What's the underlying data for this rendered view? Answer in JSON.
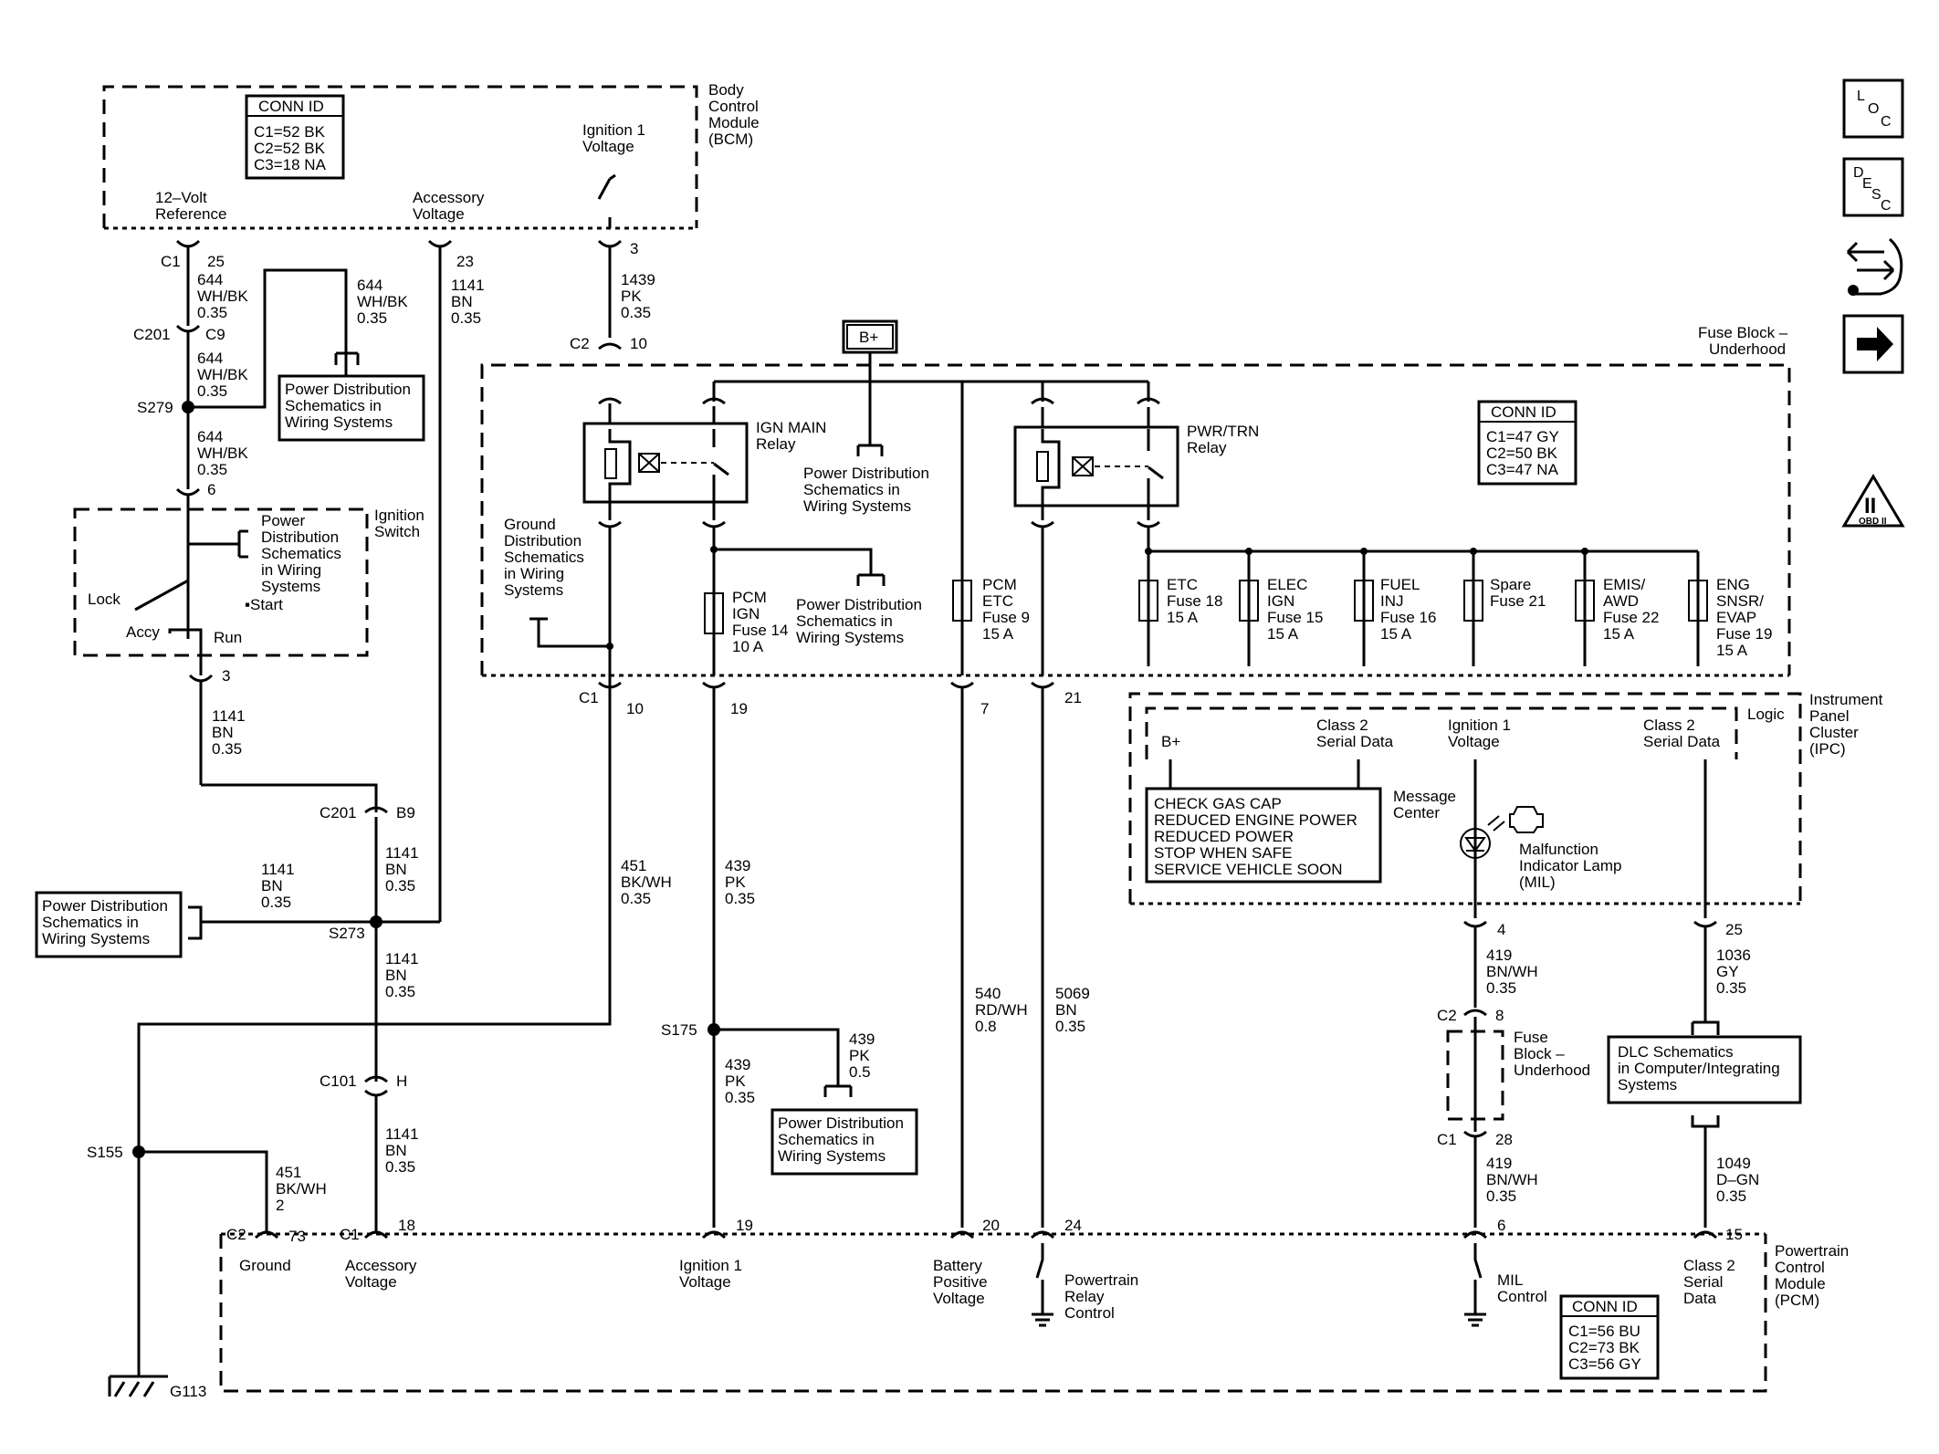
{
  "bcm": {
    "title": [
      "Body",
      "Control",
      "Module",
      "(BCM)"
    ],
    "conn_id": {
      "title": "CONN ID",
      "lines": [
        "C1=52 BK",
        "C2=52 BK",
        "C3=18 NA"
      ]
    },
    "ref_12v": [
      "12–Volt",
      "Reference"
    ],
    "acc_voltage": [
      "Accessory",
      "Voltage"
    ],
    "ign1": [
      "Ignition 1",
      "Voltage"
    ]
  },
  "wires": {
    "c1": "C1",
    "pin25": "25",
    "pin23": "23",
    "pin3": "3",
    "w644a": [
      "644",
      "WH/BK",
      "0.35"
    ],
    "w644b": [
      "644",
      "WH/BK",
      "0.35"
    ],
    "w644c": [
      "644",
      "WH/BK",
      "0.35"
    ],
    "w644d": [
      "644",
      "WH/BK",
      "0.35"
    ],
    "w1141top": [
      "1141",
      "BN",
      "0.35"
    ],
    "w1439": [
      "1439",
      "PK",
      "0.35"
    ],
    "c201": "C201",
    "c9": "C9",
    "c2": "C2",
    "pin10": "10",
    "s279": "S279",
    "pin6": "6",
    "w1141sw": [
      "1141",
      "BN",
      "0.35"
    ],
    "pin3b": "3",
    "c201b": "C201",
    "b9": "B9",
    "w1141a": [
      "1141",
      "BN",
      "0.35"
    ],
    "w1141b": [
      "1141",
      "BN",
      "0.35"
    ],
    "w1141c": [
      "1141",
      "BN",
      "0.35"
    ],
    "w1141d": [
      "1141",
      "BN",
      "0.35"
    ],
    "s273": "S273",
    "c101": "C101",
    "h": "H",
    "s155": "S155",
    "w451a": [
      "451",
      "BK/WH",
      "2"
    ],
    "w451b": [
      "451",
      "BK/WH",
      "0.35"
    ],
    "w439a": [
      "439",
      "PK",
      "0.35"
    ],
    "w439b": [
      "439",
      "PK",
      "0.5"
    ],
    "w439c": [
      "439",
      "PK",
      "0.35"
    ],
    "s175": "S175",
    "w540": [
      "540",
      "RD/WH",
      "0.8"
    ],
    "w5069": [
      "5069",
      "BN",
      "0.35"
    ],
    "w419a": [
      "419",
      "BN/WH",
      "0.35"
    ],
    "w419b": [
      "419",
      "BN/WH",
      "0.35"
    ],
    "w1036": [
      "1036",
      "GY",
      "0.35"
    ],
    "w1049": [
      "1049",
      "D–GN",
      "0.35"
    ],
    "fb_c1": "C1",
    "p10": "10",
    "p19": "19",
    "p7": "7",
    "p21": "21",
    "ipc_p4": "4",
    "ipc_p25": "25",
    "c2b": "C2",
    "p8": "8",
    "c1b": "C1",
    "p28": "28",
    "pcm_c2": "C2",
    "p73": "73",
    "pcm_c1": "C1",
    "p18": "18",
    "p19b": "19",
    "p20": "20",
    "p24": "24",
    "p6": "6",
    "p15": "15",
    "g113": "G113"
  },
  "ignition_switch": {
    "title": [
      "Ignition",
      "Switch"
    ],
    "power": [
      "Power",
      "Distribution",
      "Schematics",
      "in Wiring",
      "Systems"
    ],
    "lock": "Lock",
    "start": "Start",
    "accy": "Accy",
    "run": "Run"
  },
  "refs": {
    "pd_bcm": [
      "Power Distribution",
      "Schematics in",
      "Wiring Systems"
    ],
    "pd_left": [
      "Power Distribution",
      "Schematics in",
      "Wiring Systems"
    ],
    "pd_s175": [
      "Power Distribution",
      "Schematics in",
      "Wiring Systems"
    ],
    "pd_fb1": [
      "Power Distribution",
      "Schematics in",
      "Wiring Systems"
    ],
    "pd_fb2": [
      "Power Distribution",
      "Schematics in",
      "Wiring Systems"
    ],
    "gd": [
      "Ground",
      "Distribution",
      "Schematics",
      "in Wiring",
      "Systems"
    ],
    "dlc": [
      "DLC Schematics",
      "in Computer/Integrating",
      "Systems"
    ]
  },
  "fuse_block": {
    "title": [
      "Fuse Block –",
      "Underhood"
    ],
    "bplus": "B+",
    "ign_main": [
      "IGN MAIN",
      "Relay"
    ],
    "pwr_trn": [
      "PWR/TRN",
      "Relay"
    ],
    "conn_id": {
      "title": "CONN ID",
      "lines": [
        "C1=47 GY",
        "C2=50 BK",
        "C3=47 NA"
      ]
    },
    "pcm_ign": [
      "PCM",
      "IGN",
      "Fuse 14",
      "10 A"
    ],
    "pcm_etc": [
      "PCM",
      "ETC",
      "Fuse 9",
      "15 A"
    ],
    "etc": [
      "ETC",
      "Fuse 18",
      "15 A"
    ],
    "elec_ign": [
      "ELEC",
      "IGN",
      "Fuse 15",
      "15 A"
    ],
    "fuel_inj": [
      "FUEL",
      "INJ",
      "Fuse 16",
      "15 A"
    ],
    "spare": [
      "Spare",
      "Fuse 21"
    ],
    "emis_awd": [
      "EMIS/",
      "AWD",
      "Fuse 22",
      "15 A"
    ],
    "eng_snsr": [
      "ENG",
      "SNSR/",
      "EVAP",
      "Fuse 19",
      "15 A"
    ]
  },
  "ipc": {
    "title": [
      "Instrument",
      "Panel",
      "Cluster",
      "(IPC)"
    ],
    "logic": "Logic",
    "bplus": "B+",
    "class2a": [
      "Class 2",
      "Serial Data"
    ],
    "ign1": [
      "Ignition 1",
      "Voltage"
    ],
    "class2b": [
      "Class 2",
      "Serial Data"
    ],
    "messages": [
      "CHECK GAS CAP",
      "REDUCED ENGINE POWER",
      "REDUCED POWER",
      "STOP WHEN SAFE",
      "SERVICE VEHICLE SOON"
    ],
    "message_center": [
      "Message",
      "Center"
    ],
    "mil": [
      "Malfunction",
      "Indicator Lamp",
      "(MIL)"
    ]
  },
  "fb_under2": [
    "Fuse",
    "Block –",
    "Underhood"
  ],
  "pcm": {
    "title": [
      "Powertrain",
      "Control",
      "Module",
      "(PCM)"
    ],
    "ground": "Ground",
    "acc": [
      "Accessory",
      "Voltage"
    ],
    "ign1": [
      "Ignition 1",
      "Voltage"
    ],
    "bpv": [
      "Battery",
      "Positive",
      "Voltage"
    ],
    "prc": [
      "Powertrain",
      "Relay",
      "Control"
    ],
    "mil": [
      "MIL",
      "Control"
    ],
    "class2": [
      "Class 2",
      "Serial",
      "Data"
    ],
    "conn_id": {
      "title": "CONN ID",
      "lines": [
        "C1=56 BU",
        "C2=73 BK",
        "C3=56 GY"
      ]
    }
  },
  "side_icons": {
    "loc": [
      "L",
      "O",
      "C"
    ],
    "desc": [
      "D",
      "E",
      "S",
      "C"
    ],
    "obd": "OBD II"
  }
}
